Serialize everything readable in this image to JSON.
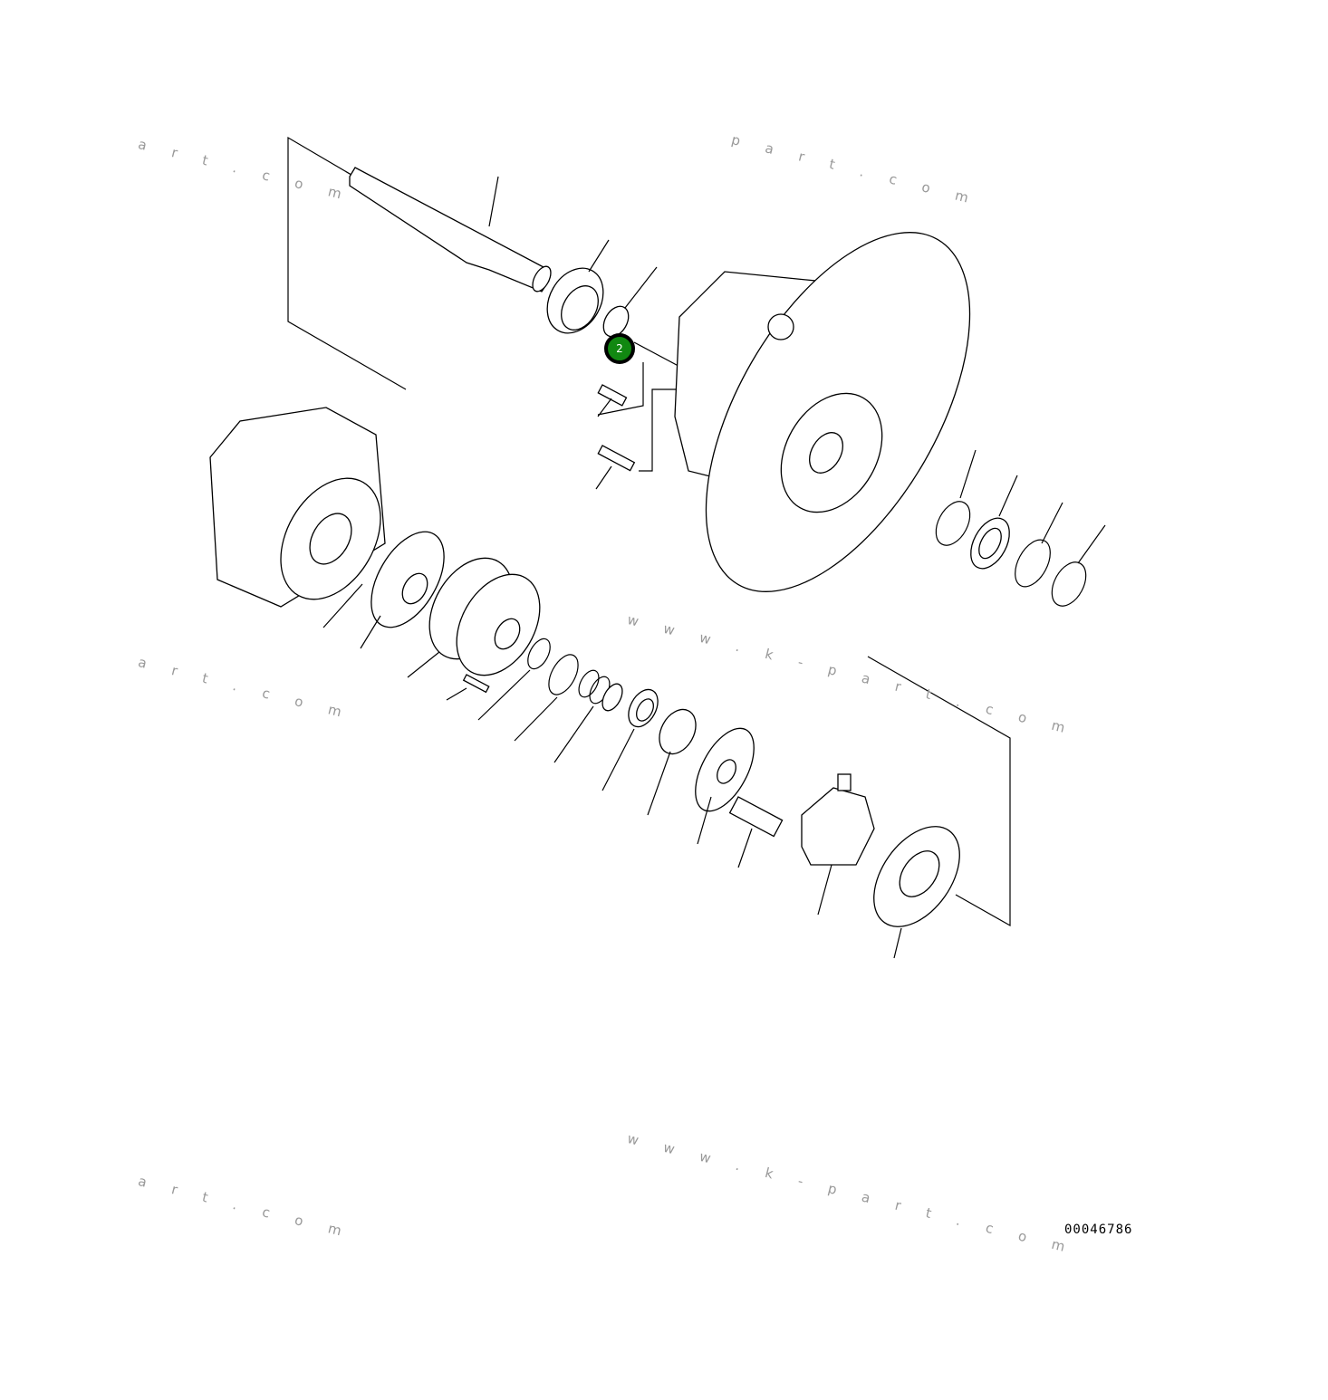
{
  "diagram": {
    "drawing_number": "00046786",
    "watermark": "www.k-part.com",
    "callouts": [
      {
        "label": "2",
        "color": "#118811",
        "highlighted": true
      }
    ]
  }
}
